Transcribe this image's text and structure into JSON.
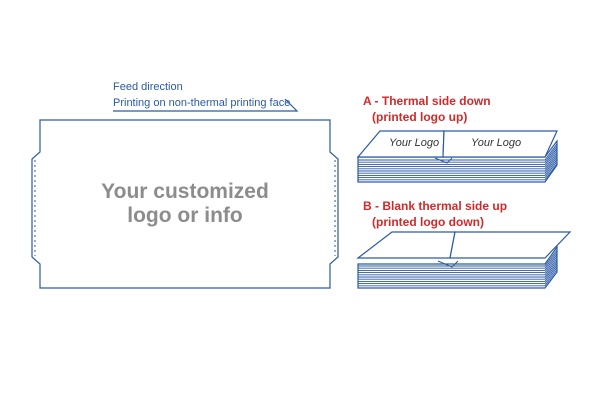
{
  "feed": {
    "title": "Feed direction",
    "subtitle": "Printing on non-thermal printing face"
  },
  "ticket": {
    "line1": "Your customized",
    "line2": "logo or info"
  },
  "option_a": {
    "title": "A - Thermal side down",
    "subtitle": "(printed logo up)",
    "logo_label": "Your Logo"
  },
  "option_b": {
    "title": "B - Blank thermal side up",
    "subtitle": "(printed logo down)"
  },
  "colors": {
    "line": "#2a5aa6",
    "label_red": "#d12a2a",
    "ticket_text": "#8c8c8c"
  }
}
